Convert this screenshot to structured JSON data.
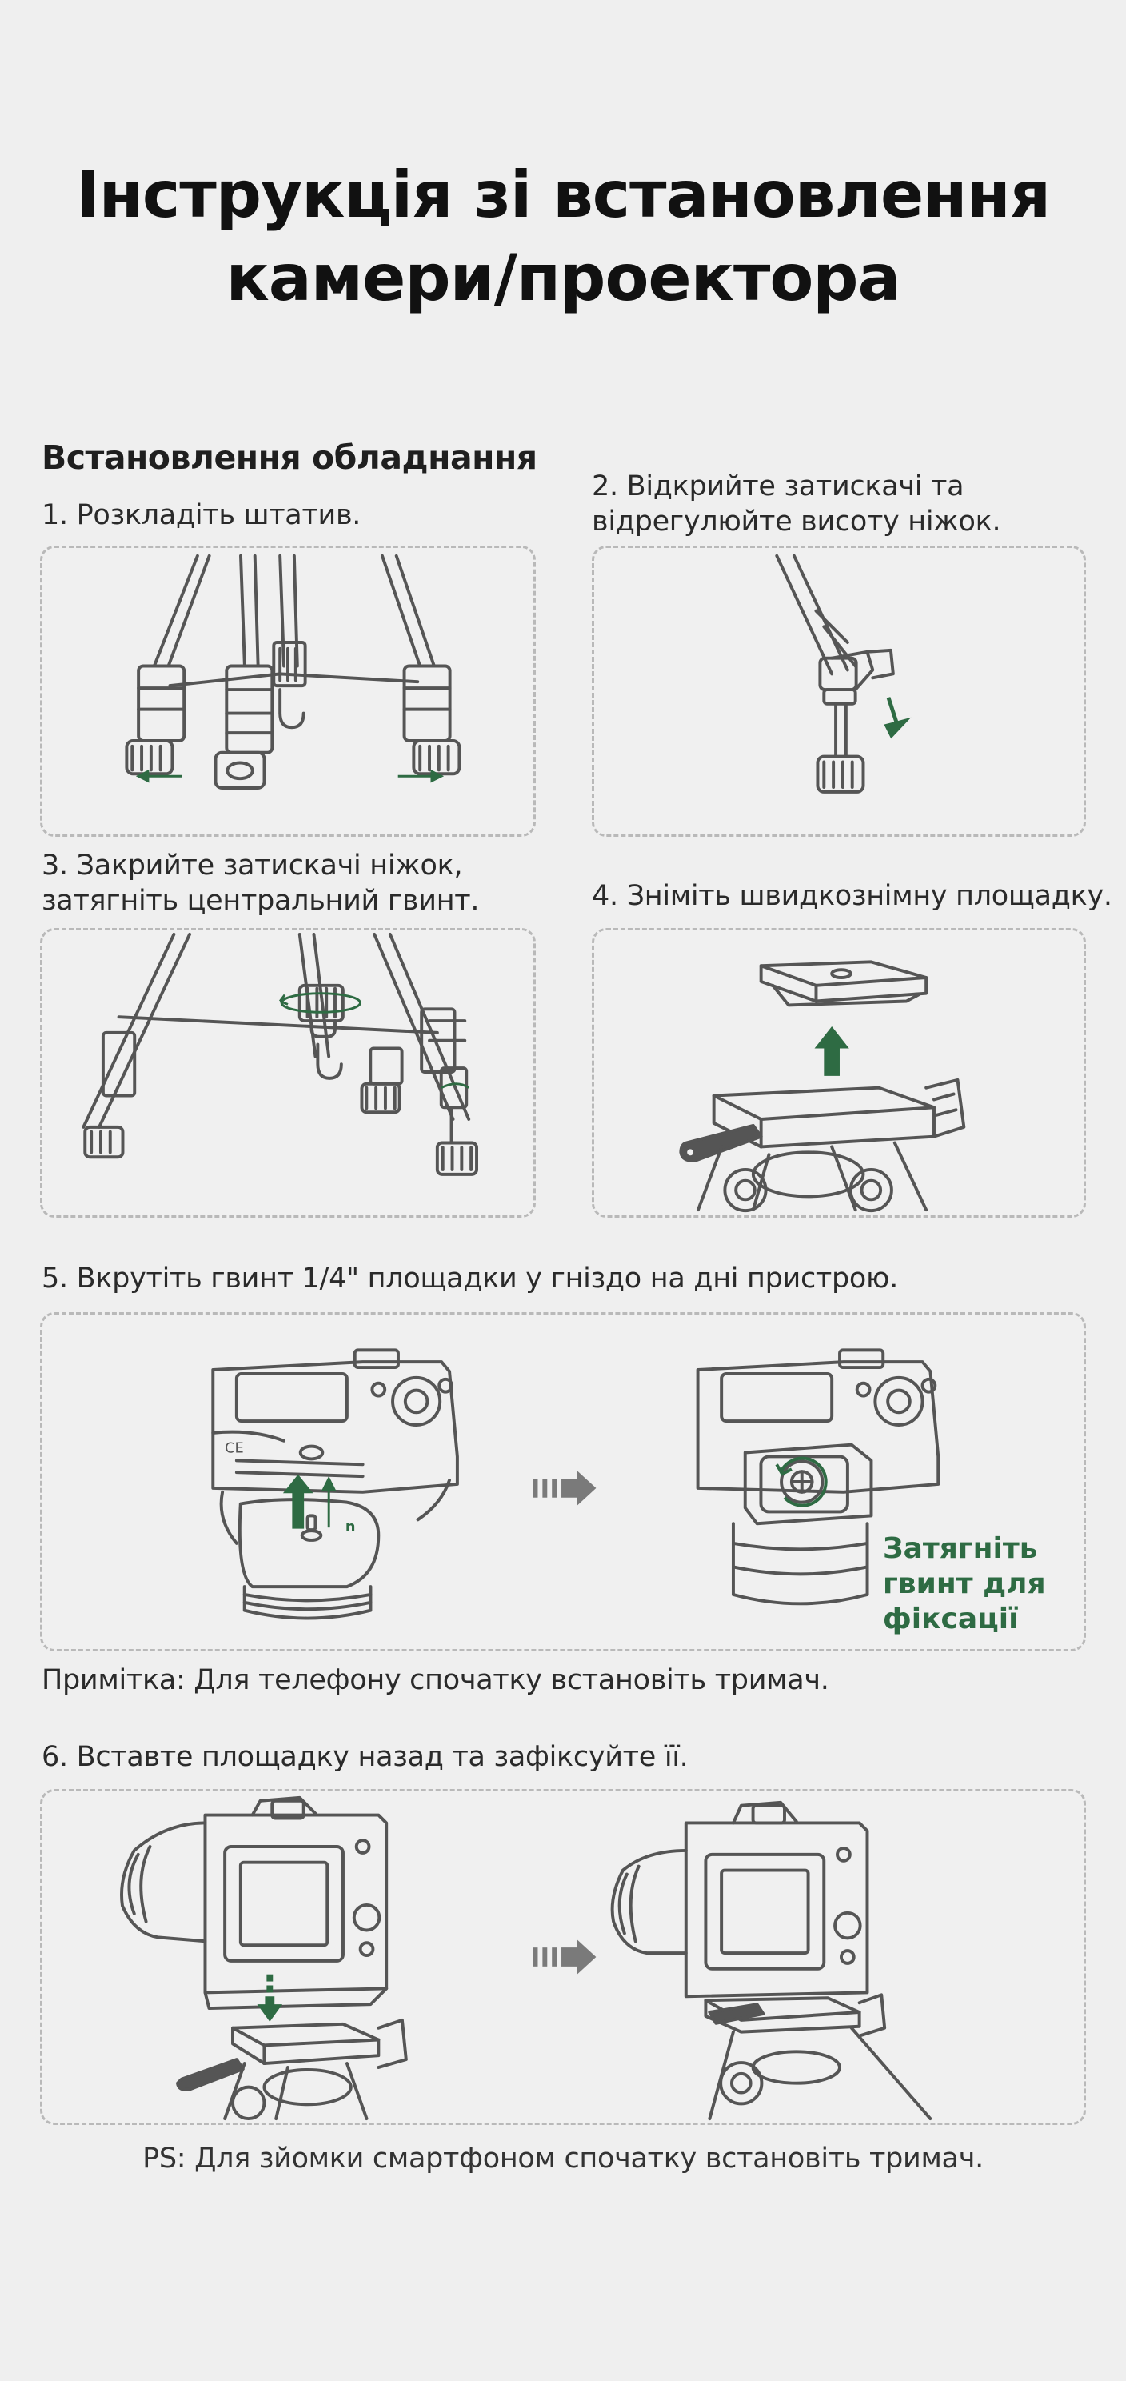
{
  "title": {
    "line1": "Інструкція зі встановлення",
    "line2": "камери/проектора"
  },
  "section_heading": "Встановлення обладнання",
  "steps": [
    {
      "number": "1.",
      "text": "Розкладіть штатив."
    },
    {
      "number": "2.",
      "line1": "Відкрийте затискачі та",
      "line2": "відрегулюйте висоту ніжок."
    },
    {
      "number": "3.",
      "line1": "Закрийте затискачі ніжок,",
      "line2": "затягніть центральний гвинт."
    },
    {
      "number": "4.",
      "text": "Зніміть швидкознімну площадку."
    },
    {
      "number": "5.",
      "text": "Вкрутіть гвинт 1/4\" площадки у гніздо на дні пристрою."
    },
    {
      "number": "6.",
      "text": "Вставте площадку назад та зафіксуйте її."
    }
  ],
  "callout": {
    "line1": "Затягніть",
    "line2": "гвинт для",
    "line3": "фіксації"
  },
  "note": "Примітка: Для телефону спочатку встановіть тримач.",
  "ps": "PS: Для зйомки смартфоном спочатку встановіть тримач.",
  "colors": {
    "background": "#efefef",
    "accent_green": "#2e6b43",
    "line_art": "#555555",
    "dashed_border": "#b9b9b9"
  },
  "icons": [
    "tripod-legs-icon",
    "leg-clamp-icon",
    "center-screw-icon",
    "quick-release-plate-icon",
    "camera-bottom-icon",
    "camera-back-icon",
    "arrow-right-icon",
    "arrow-up-icon",
    "arrow-down-icon"
  ]
}
